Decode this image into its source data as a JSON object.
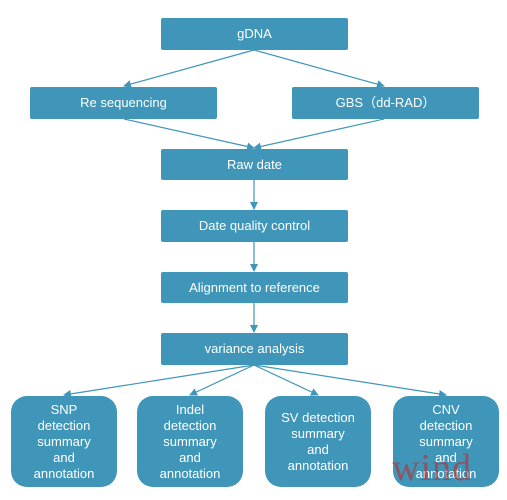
{
  "nodes": {
    "gdna": "gDNA",
    "reseq": "Re sequencing",
    "gbs": "GBS（dd-RAD）",
    "raw": "Raw date",
    "qc": "Date quality control",
    "align": "Alignment to reference",
    "variance": "variance analysis"
  },
  "leaves": {
    "snp": "SNP\ndetection\nsummary\nand\nannotation",
    "indel": "Indel\ndetection\nsummary\nand\nannotation",
    "sv": "SV detection\nsummary\nand\nannotation",
    "cnv": "CNV\ndetection\nsummary\nand\nannotation"
  },
  "watermark": "wind",
  "colors": {
    "box": "#3f96b8",
    "arrow": "#3f96b8",
    "text": "#ffffff"
  }
}
